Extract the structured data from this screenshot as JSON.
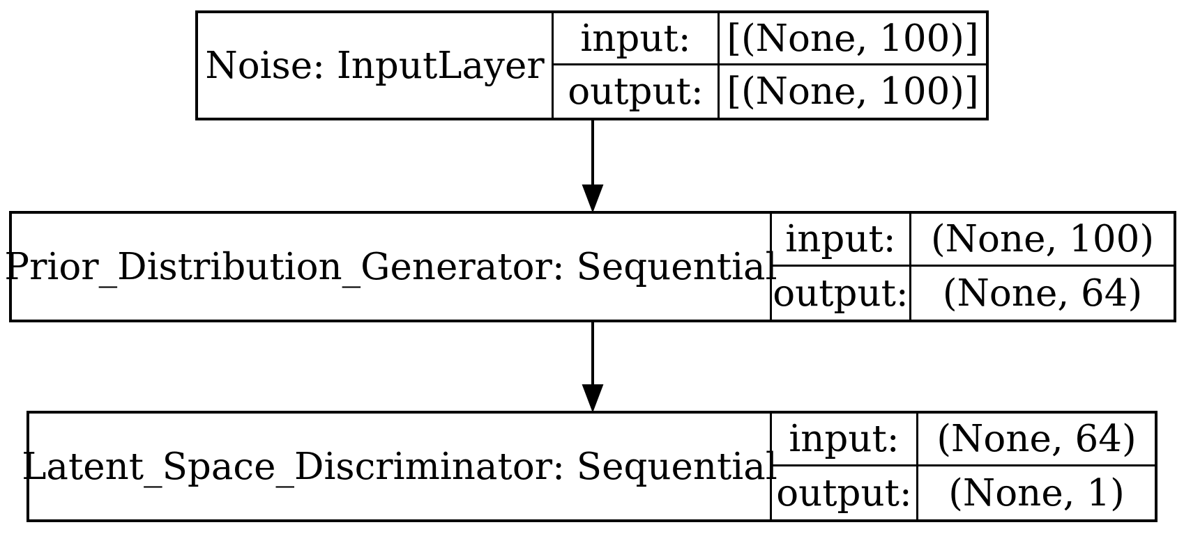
{
  "diagram": {
    "colors": {
      "background": "#ffffff",
      "line": "#000000",
      "text": "#000000"
    },
    "nodes": [
      {
        "name": "Noise: InputLayer",
        "input_label": "input:",
        "input_shape": "[(None, 100)]",
        "output_label": "output:",
        "output_shape": "[(None, 100)]"
      },
      {
        "name": "Prior_Distribution_Generator: Sequential",
        "input_label": "input:",
        "input_shape": "(None, 100)",
        "output_label": "output:",
        "output_shape": "(None, 64)"
      },
      {
        "name": "Latent_Space_Discriminator: Sequential",
        "input_label": "input:",
        "input_shape": "(None, 64)",
        "output_label": "output:",
        "output_shape": "(None, 1)"
      }
    ],
    "edges": [
      {
        "from": "Noise",
        "to": "Prior_Distribution_Generator"
      },
      {
        "from": "Prior_Distribution_Generator",
        "to": "Latent_Space_Discriminator"
      }
    ]
  }
}
